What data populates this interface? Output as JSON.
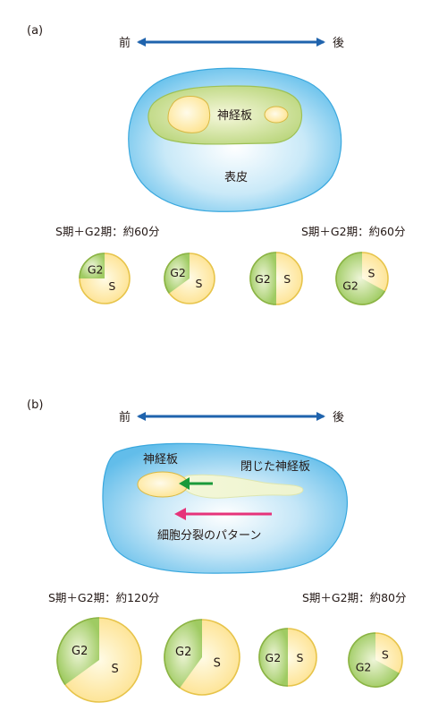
{
  "panel_a": {
    "label": "(a)",
    "front": "前",
    "back": "後",
    "neural_plate": "神経板",
    "epidermis": "表皮",
    "caption_left": "S期＋G2期：約60分",
    "caption_right": "S期＋G2期：約60分",
    "cells": [
      {
        "g2": "G2",
        "s": "S",
        "g2_fraction": 0.25
      },
      {
        "g2": "G2",
        "s": "S",
        "g2_fraction": 0.35
      },
      {
        "g2": "G2",
        "s": "S",
        "g2_fraction": 0.5
      },
      {
        "g2": "G2",
        "s": "S",
        "g2_fraction": 0.67
      }
    ]
  },
  "panel_b": {
    "label": "(b)",
    "front": "前",
    "back": "後",
    "neural_plate": "神経板",
    "closed_neural_plate": "閉じた神経板",
    "division_pattern": "細胞分裂のパターン",
    "caption_left": "S期＋G2期：約120分",
    "caption_right": "S期＋G2期：約80分",
    "cells": [
      {
        "g2": "G2",
        "s": "S",
        "g2_fraction": 0.35
      },
      {
        "g2": "G2",
        "s": "S",
        "g2_fraction": 0.4
      },
      {
        "g2": "G2",
        "s": "S",
        "g2_fraction": 0.5
      },
      {
        "g2": "G2",
        "s": "S",
        "g2_fraction": 0.67
      }
    ]
  },
  "colors": {
    "arrow_blue": "#1f63ad",
    "arrow_green": "#1a9a3a",
    "arrow_pink": "#e6337a",
    "embryo_blue": "#6ec3ec",
    "plate_green": "#c5dc8a",
    "plate_yellow": "#fde9a0",
    "g2_green": "#a9cf6b",
    "s_yellow": "#fde69a"
  }
}
